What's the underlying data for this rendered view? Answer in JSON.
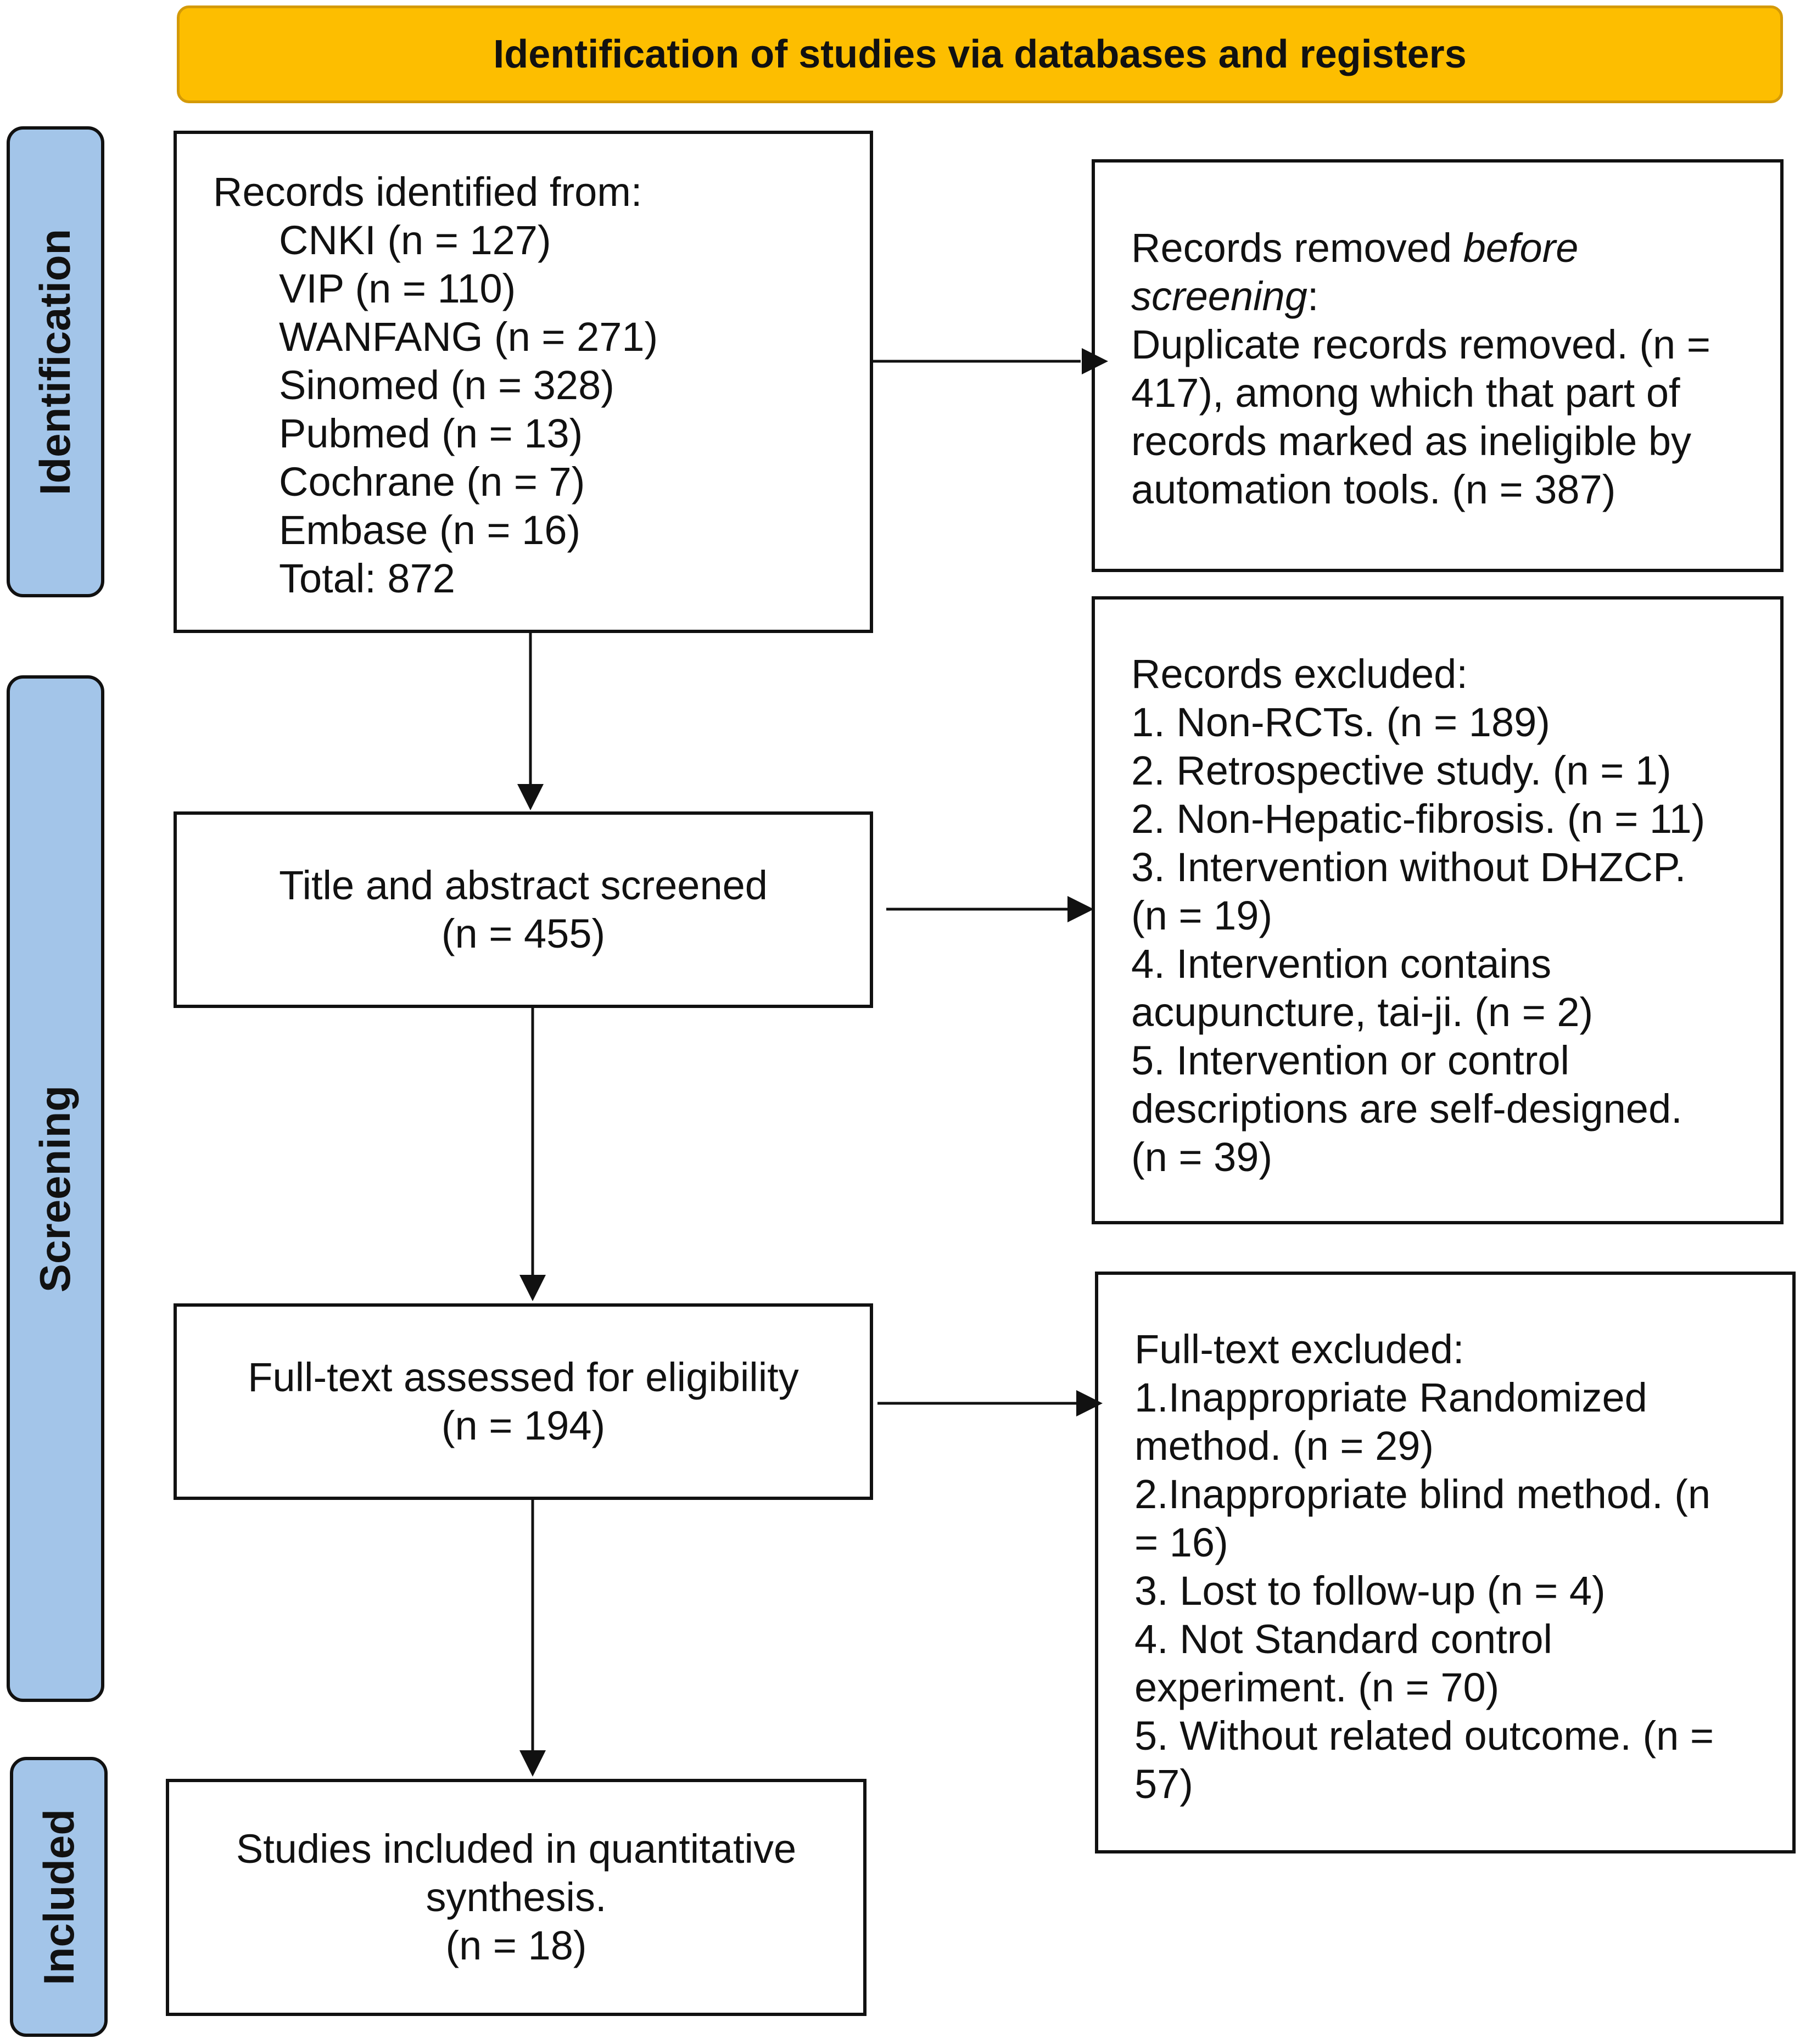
{
  "banner": {
    "title": "Identification of studies via databases and registers"
  },
  "phases": {
    "identification": "Identification",
    "screening": "Screening",
    "included": "Included"
  },
  "records_identified": {
    "heading": "Records identified from:",
    "sources": [
      "CNKI (n = 127)",
      "VIP (n = 110)",
      "WANFANG (n = 271)",
      "Sinomed (n = 328)",
      "Pubmed (n = 13)",
      "Cochrane (n = 7)",
      "Embase (n = 16)",
      "Total: 872"
    ]
  },
  "records_removed": {
    "prefix": "Records removed ",
    "emphasis": "before",
    "emphasis2": "screening",
    "colon": ":",
    "line1": "Duplicate records removed. (n =",
    "line2": "417), among which that part of",
    "line3": "records marked as ineligible by",
    "line4": "automation tools. (n = 387)"
  },
  "title_abstract": {
    "line1": "Title and abstract screened",
    "line2": "(n = 455)"
  },
  "records_excluded": {
    "lines": [
      "Records excluded:",
      "1. Non-RCTs. (n = 189)",
      "2. Retrospective study. (n = 1)",
      "2. Non-Hepatic-fibrosis. (n = 11)",
      "3. Intervention without DHZCP.",
      "(n = 19)",
      "4. Intervention contains",
      "acupuncture, tai-ji. (n = 2)",
      "5. Intervention or control",
      "descriptions are self-designed.",
      "(n = 39)"
    ]
  },
  "full_text": {
    "line1": "Full-text assessed for eligibility",
    "line2": "(n = 194)"
  },
  "full_text_excluded": {
    "lines": [
      "Full-text excluded:",
      "1.Inappropriate Randomized",
      "method. (n = 29)",
      "2.Inappropriate blind method. (n",
      "= 16)",
      "3. Lost to follow-up (n = 4)",
      "4. Not Standard control",
      "experiment. (n = 70)",
      "5. Without related outcome. (n =",
      "57)"
    ]
  },
  "included": {
    "line1": "Studies included in quantitative",
    "line2": "synthesis.",
    "line3": "(n = 18)"
  },
  "colors": {
    "banner_fill": "#FDBE00",
    "banner_border": "#D49A08",
    "phase_fill": "#A3C5E9",
    "stroke": "#111111"
  }
}
